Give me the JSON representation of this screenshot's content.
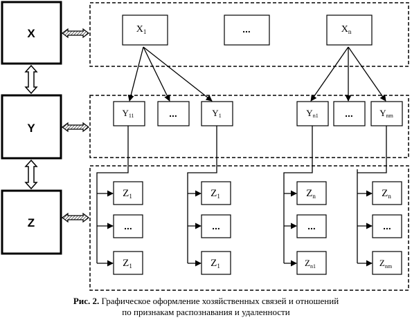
{
  "levels": {
    "x": "X",
    "y": "Y",
    "z": "Z"
  },
  "nodes": {
    "x_first": {
      "main": "X",
      "sub": "1"
    },
    "x_dots": "...",
    "x_last": {
      "main": "X",
      "sub": "n"
    },
    "y_11": {
      "main": "Y",
      "sub": "11"
    },
    "y_dots_a": "...",
    "y_1": {
      "main": "Y",
      "sub": "1"
    },
    "y_n1": {
      "main": "Y",
      "sub": "n1"
    },
    "y_dots_b": "...",
    "y_nm": {
      "main": "Y",
      "sub": "nm"
    },
    "z_g1_top": {
      "main": "Z",
      "sub": "1"
    },
    "z_g1_dots": "...",
    "z_g1_bot": {
      "main": "Z",
      "sub": "1"
    },
    "z_g2_top": {
      "main": "Z",
      "sub": "1"
    },
    "z_g2_dots": "...",
    "z_g2_bot": {
      "main": "Z",
      "sub": "1"
    },
    "z_g3_top": {
      "main": "Z",
      "sub": "n"
    },
    "z_g3_dots": "...",
    "z_g3_bot": {
      "main": "Z",
      "sub": "n1"
    },
    "z_g4_top": {
      "main": "Z",
      "sub": "n"
    },
    "z_g4_dots": "...",
    "z_g4_bot": {
      "main": "Z",
      "sub": "nm"
    }
  },
  "caption": {
    "number": "Рис. 2.",
    "line1": "Графическое оформление хозяйственных связей и отношений",
    "line2": "по признакам распознавания и удаленности"
  }
}
